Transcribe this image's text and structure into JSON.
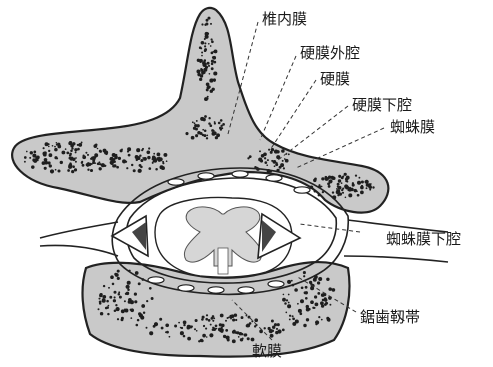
{
  "labels": {
    "vertebral_periosteum": "椎内膜",
    "epidural_space": "硬膜外腔",
    "dura_mater": "硬膜",
    "subdural_space": "硬膜下腔",
    "arachnoid": "蜘蛛膜",
    "subarachnoid_space": "蜘蛛膜下腔",
    "denticulate_ligament": "鋸歯靱帯",
    "pia_mater": "軟膜"
  },
  "colors": {
    "bone_fill": "#c9c9c9",
    "stipple": "#1e1e1e",
    "ink": "#222222"
  }
}
